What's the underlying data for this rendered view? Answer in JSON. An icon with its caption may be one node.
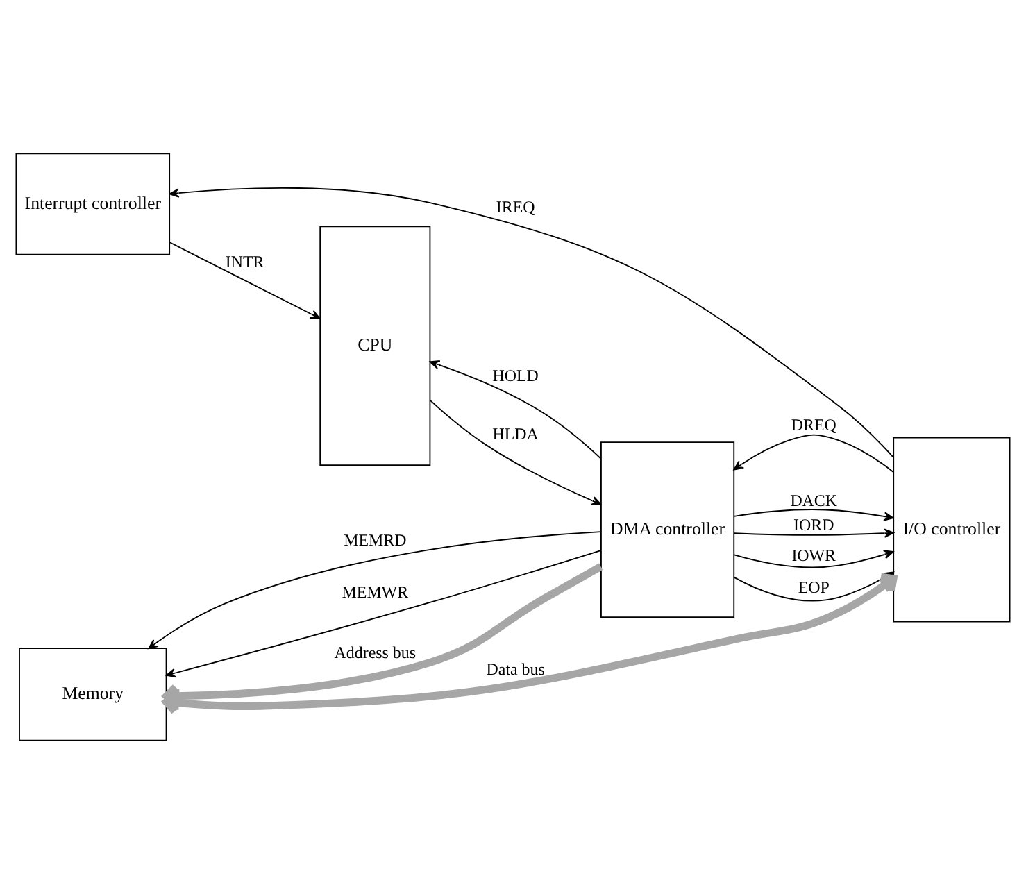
{
  "diagram": {
    "nodes": [
      {
        "text": [
          "Interrupt controller"
        ]
      },
      {
        "text": [
          "CPU"
        ]
      },
      {
        "text": [
          "DMA controller"
        ]
      },
      {
        "text": [
          "I/O controller"
        ]
      },
      {
        "text": [
          "Memory"
        ]
      }
    ],
    "edges": [
      {
        "from": 3,
        "to": 0,
        "arrow": "to",
        "label": "IREQ"
      },
      {
        "from": 0,
        "to": 1,
        "arrow": "to",
        "label": "INTR"
      },
      {
        "from": 3,
        "to": 2,
        "arrow": "to",
        "label": "DREQ"
      },
      {
        "from": 2,
        "to": 3,
        "arrow": "to",
        "label": "DACK"
      },
      {
        "from": 2,
        "to": 1,
        "arrow": "to",
        "label": "HOLD"
      },
      {
        "from": 1,
        "to": 2,
        "arrow": "to",
        "label": "HLDA"
      },
      {
        "from": 2,
        "to": 3,
        "arrow": "to",
        "label": "IORD"
      },
      {
        "from": 2,
        "to": 3,
        "arrow": "to",
        "label": "IOWR"
      },
      {
        "from": 2,
        "to": 3,
        "arrow": "to",
        "label": "EOP"
      },
      {
        "from": 2,
        "to": 4,
        "arrow": "to",
        "label": "MEMRD"
      },
      {
        "from": 2,
        "to": 4,
        "arrow": "to",
        "label": "MEMWR"
      },
      {
        "from": 2,
        "to": 4,
        "arrow": "to",
        "label": "Address bus",
        "style": "thick",
        "color": "#a6a6a6"
      },
      {
        "from": 4,
        "to": 3,
        "arrow": "both",
        "label": "Data bus",
        "style": "thick",
        "color": "#a6a6a6"
      }
    ]
  }
}
